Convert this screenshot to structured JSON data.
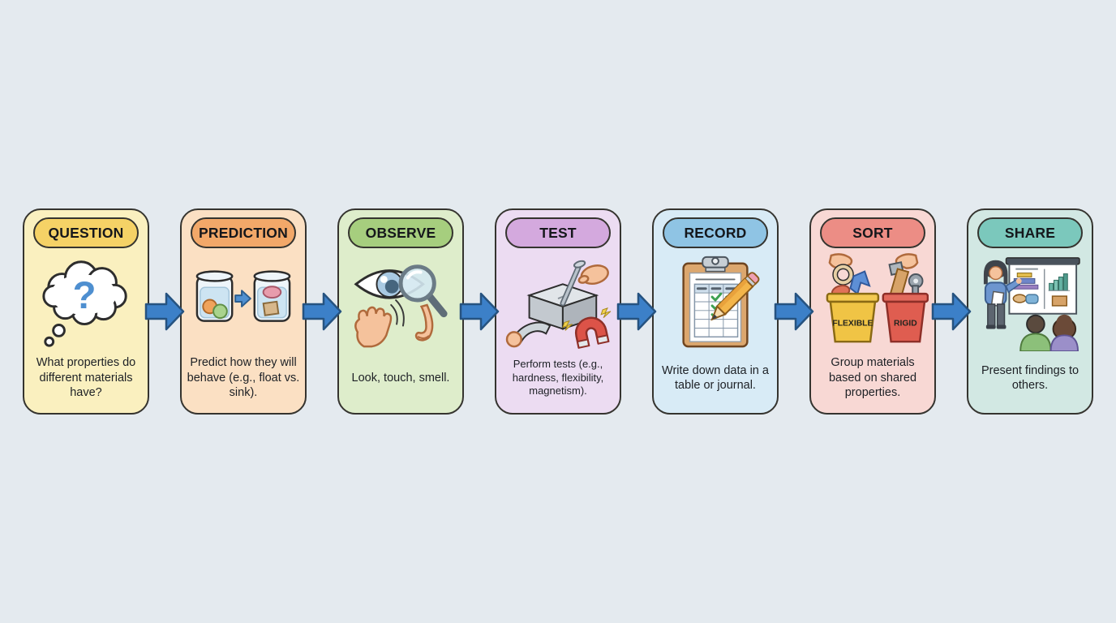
{
  "background_color": "#e4eaef",
  "arrow": {
    "fill": "#3c80c8",
    "stroke": "#265380"
  },
  "steps": [
    {
      "label": "QUESTION",
      "description": "What properties do different materials have?",
      "icon": "thought-cloud-question-icon",
      "icon_text": "?",
      "colors": {
        "card": "#faf0bf",
        "header": "#f5d266"
      }
    },
    {
      "label": "PREDICTION",
      "description": "Predict how they will behave (e.g., float vs. sink).",
      "icon": "float-sink-beakers-icon",
      "colors": {
        "card": "#fbe0c3",
        "header": "#f2a869"
      }
    },
    {
      "label": "OBSERVE",
      "description": "Look, touch, smell.",
      "icon": "eye-hand-nose-icon",
      "colors": {
        "card": "#deedcb",
        "header": "#a6ce7e"
      }
    },
    {
      "label": "TEST",
      "description": "Perform tests (e.g., hardness, flexibility, magnetism).",
      "icon": "hardness-flexibility-magnet-icon",
      "colors": {
        "card": "#ecdcf2",
        "header": "#d4a9de"
      }
    },
    {
      "label": "RECORD",
      "description": "Write down data in a table or journal.",
      "icon": "clipboard-pencil-icon",
      "colors": {
        "card": "#d8ebf6",
        "header": "#8fc4e4"
      }
    },
    {
      "label": "SORT",
      "description": "Group materials based on shared properties.",
      "icon": "sorting-bins-icon",
      "colors": {
        "card": "#f8d8d4",
        "header": "#ec8d85"
      }
    },
    {
      "label": "SHARE",
      "description": "Present findings to others.",
      "icon": "presentation-icon",
      "colors": {
        "card": "#d2e8e3",
        "header": "#7bc8bc"
      }
    }
  ],
  "sort_bin_labels": {
    "flexible": "FLEXIBLE",
    "rigid": "RIGID"
  }
}
